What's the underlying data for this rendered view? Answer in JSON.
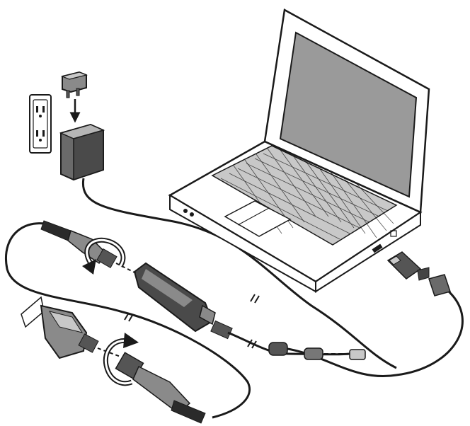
{
  "diagram": {
    "title": "",
    "components": [
      {
        "id": "wall-outlet",
        "label": ""
      },
      {
        "id": "plug-adapter",
        "label": ""
      },
      {
        "id": "power-adapter",
        "label": ""
      },
      {
        "id": "laptop",
        "label": ""
      },
      {
        "id": "usb-connector",
        "label": ""
      },
      {
        "id": "interface-cable",
        "label": ""
      },
      {
        "id": "sensor-connector",
        "label": ""
      },
      {
        "id": "device-port",
        "label": ""
      }
    ],
    "rotation_arrows": 2,
    "cable_breaks": 3
  },
  "colors": {
    "outline": "#1a1a1a",
    "dark_fill": "#555555",
    "mid_fill": "#8a8a8a",
    "light_fill": "#c8c8c8",
    "screen": "#9a9a9a",
    "background": "#ffffff"
  }
}
